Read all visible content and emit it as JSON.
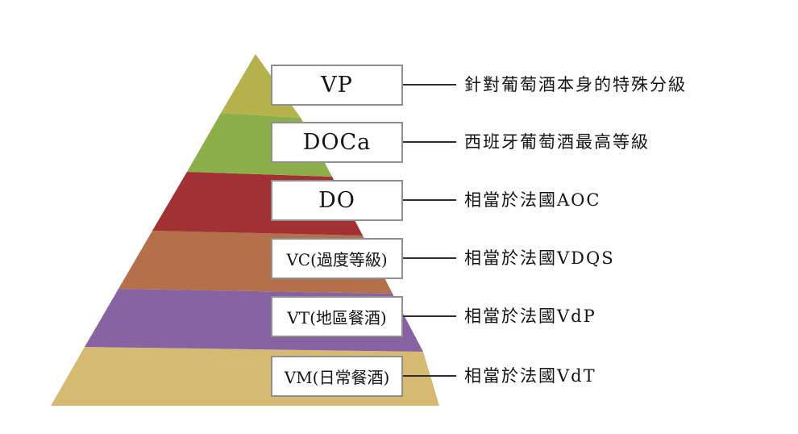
{
  "pyramid": {
    "background": "#ffffff",
    "box_fill": "#ffffff",
    "box_border_color": "#8f8f8f",
    "connector_color": "#2f2f2f",
    "text_color": "#141414",
    "tiers": [
      {
        "code": "VP",
        "desc": "針對葡萄酒本身的特殊分級",
        "color": "#b5b24e"
      },
      {
        "code": "DOCa",
        "desc": "西班牙葡萄酒最高等級",
        "color": "#8caf4b"
      },
      {
        "code": "DO",
        "desc": "相當於法國AOC",
        "color": "#a23134"
      },
      {
        "code": "VC(過度等級)",
        "desc": "相當於法國VDQS",
        "color": "#b3704a"
      },
      {
        "code": "VT(地區餐酒)",
        "desc": "相當於法國VdP",
        "color": "#8763a3"
      },
      {
        "code": "VM(日常餐酒)",
        "desc": "相當於法國VdT",
        "color": "#d6ba73"
      }
    ]
  }
}
